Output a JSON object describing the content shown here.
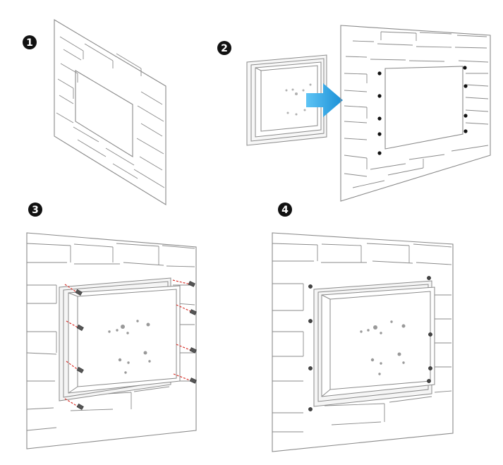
{
  "steps": [
    {
      "label": "1"
    },
    {
      "label": "2"
    },
    {
      "label": "3"
    },
    {
      "label": "4"
    }
  ],
  "colors": {
    "line": "#8a8a8a",
    "dark": "#111111",
    "accent_arrow": "#1a9be0",
    "screw_hint": "#d9322b"
  },
  "icons": {
    "insert": "blue-right-arrow-icon",
    "screw": "screw-icon"
  }
}
